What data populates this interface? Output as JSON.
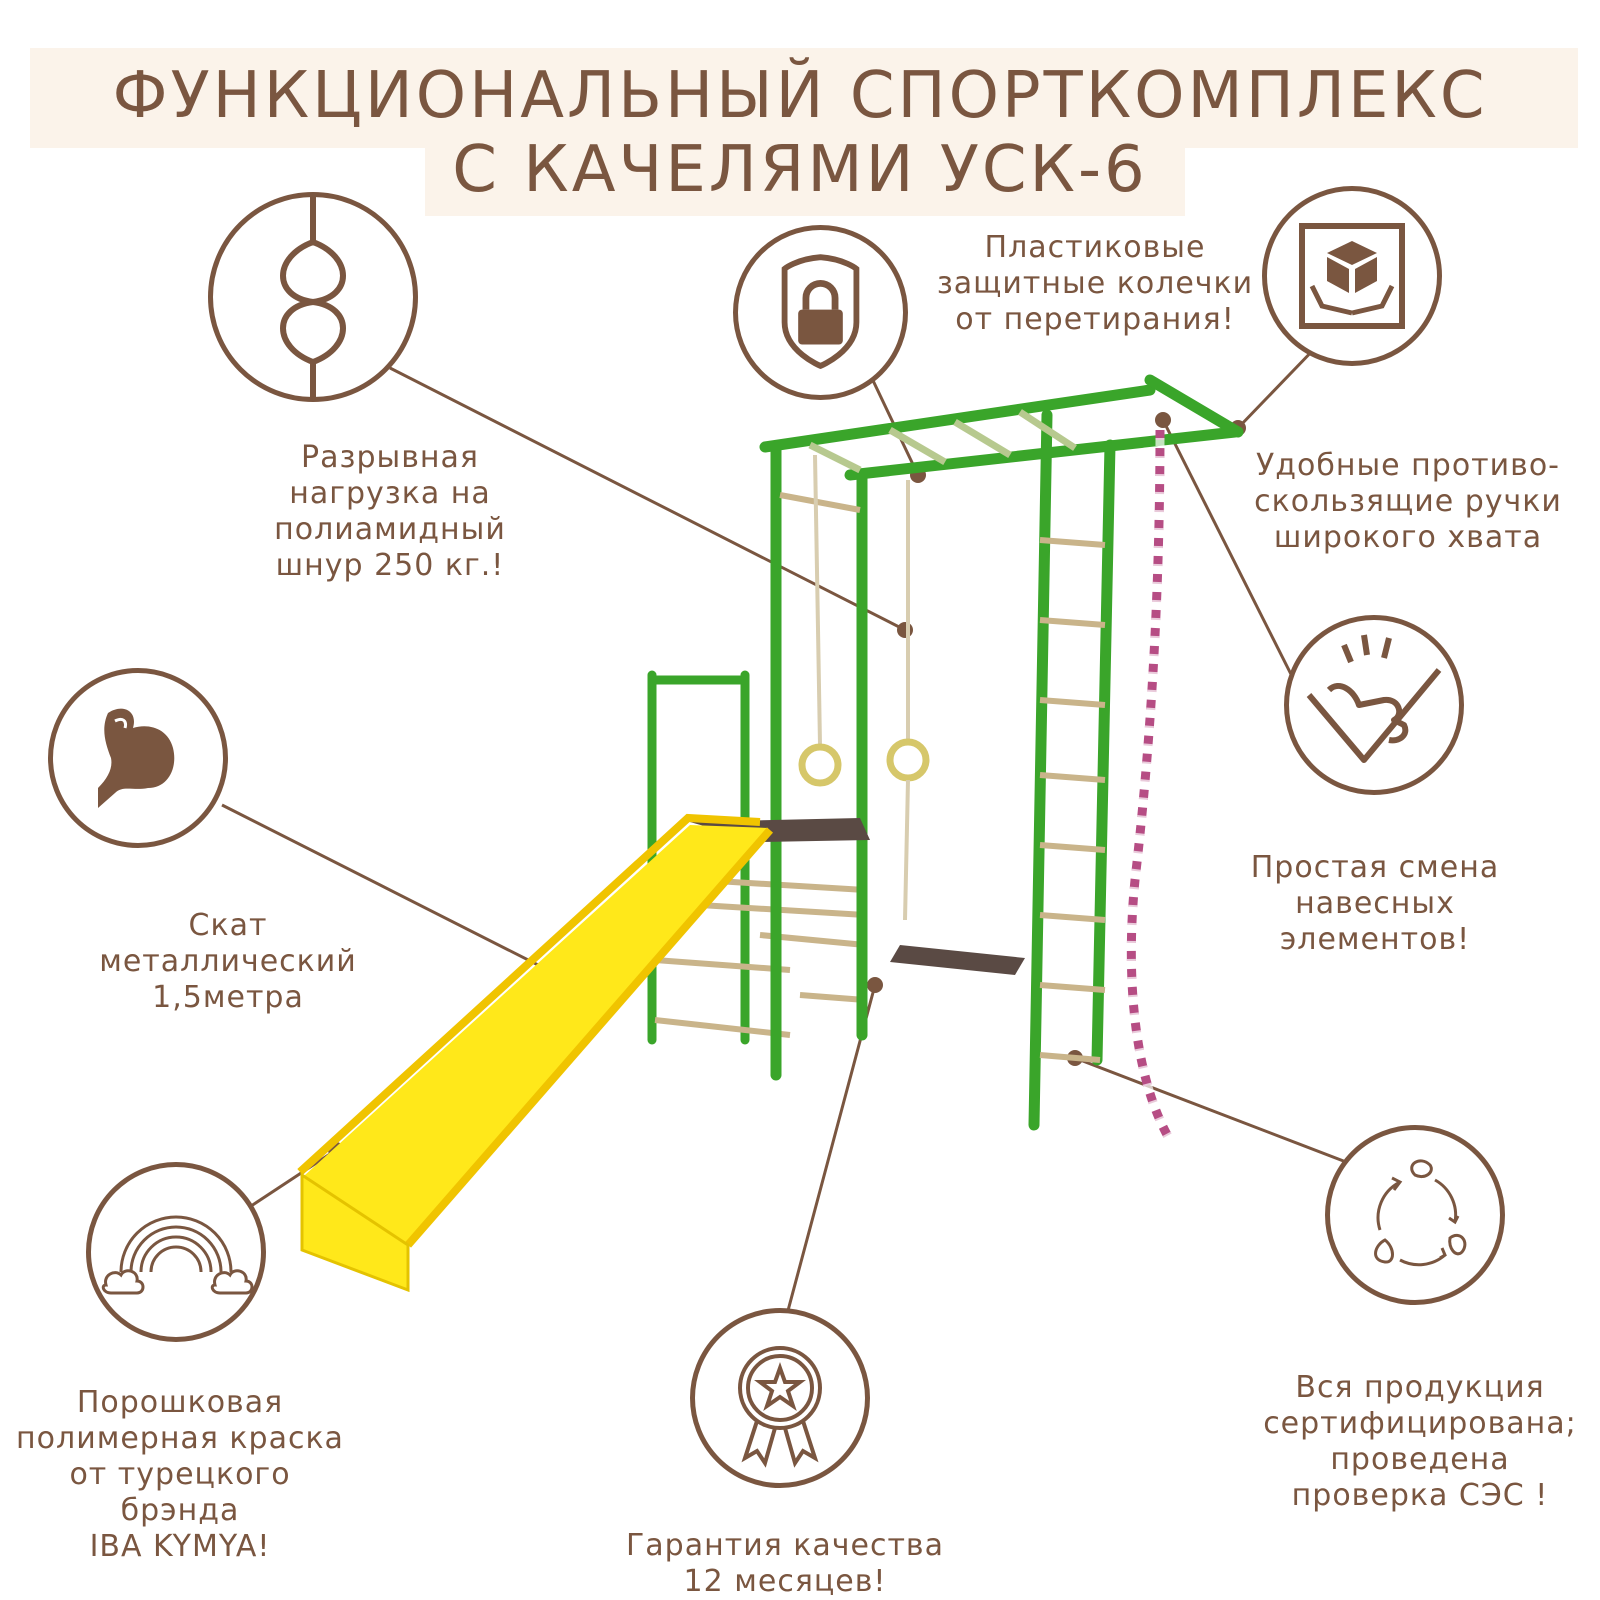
{
  "title": {
    "line1": "ФУНКЦИОНАЛЬНЫЙ СПОРТКОМПЛЕКС",
    "line2": "С КАЧЕЛЯМИ УСК-6"
  },
  "colors": {
    "brown": "#7a5640",
    "beige_band": "#fbf3ea",
    "frame_green": "#3aa52a",
    "slide_yellow": "#ffe81a",
    "platform": "#5a4a44"
  },
  "features": {
    "rope": {
      "icon": "rope-knot-icon",
      "lines": [
        "Разрывная",
        "нагрузка на",
        "полиамидный",
        "шнур 250 кг.!"
      ]
    },
    "protection": {
      "icon": "shield-lock-icon",
      "lines": [
        "Пластиковые",
        "защитные колечки",
        "от перетирания!"
      ]
    },
    "handles": {
      "icon": "box-hands-icon",
      "lines": [
        "Удобные противо-",
        "скользящие ручки",
        "широкого хвата"
      ]
    },
    "slide": {
      "icon": "muscle-arm-icon",
      "lines": [
        "Скат",
        "металлический",
        "1,5метра"
      ]
    },
    "change": {
      "icon": "hand-check-icon",
      "lines": [
        "Простая смена",
        "навесных",
        "элементов!"
      ]
    },
    "paint": {
      "icon": "rainbow-icon",
      "lines": [
        "Порошковая",
        "полимерная краска",
        "от турецкого",
        "брэнда",
        "IBA KYMYA!"
      ]
    },
    "warranty": {
      "icon": "award-star-icon",
      "lines": [
        "Гарантия качества",
        "12 месяцев!"
      ]
    },
    "certified": {
      "icon": "recycle-leaves-icon",
      "lines": [
        "Вся продукция",
        "сертифицирована;",
        "проведена",
        "проверка СЭС !"
      ]
    }
  }
}
